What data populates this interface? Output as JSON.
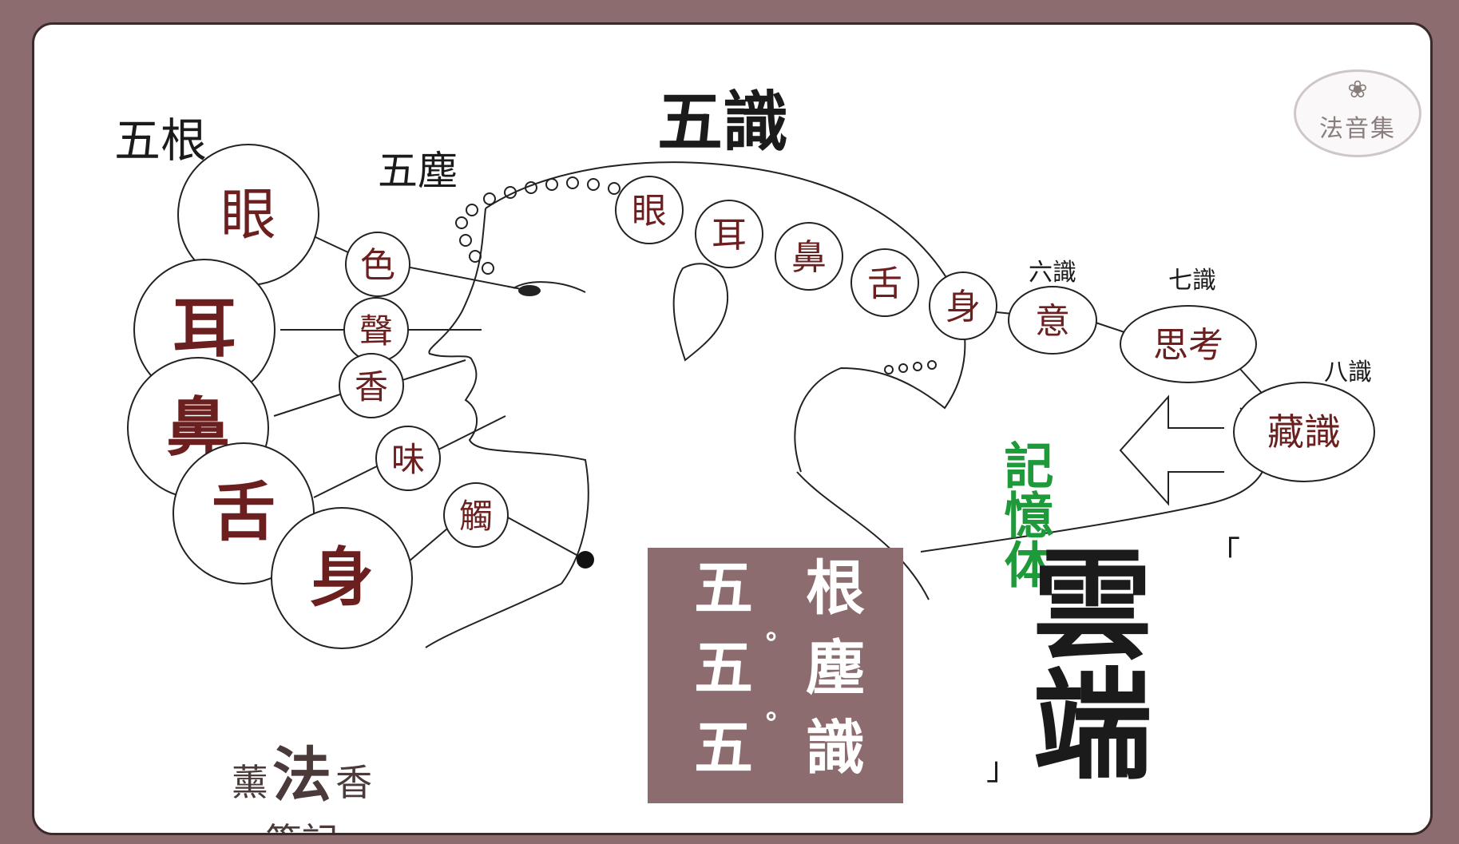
{
  "headings": {
    "five_roots": "五根",
    "five_dusts": "五塵",
    "five_consciousness": "五識"
  },
  "roots": [
    "眼",
    "耳",
    "鼻",
    "舌",
    "身"
  ],
  "dusts": [
    "色",
    "聲",
    "香",
    "味",
    "觸"
  ],
  "consciousness_chain": [
    "眼",
    "耳",
    "鼻",
    "舌",
    "身"
  ],
  "sixth": {
    "label": "六識",
    "node": "意"
  },
  "seventh": {
    "label": "七識",
    "node": "思考"
  },
  "eighth": {
    "label": "八識",
    "node": "藏識"
  },
  "memory": "記憶体",
  "cloud": {
    "open": "「",
    "text1": "雲",
    "text2": "端",
    "close": "」"
  },
  "box": {
    "col1": [
      "五",
      "五",
      "五"
    ],
    "col2": [
      "根",
      "塵",
      "識"
    ],
    "sep": "。"
  },
  "note": {
    "line1_left": "薰",
    "line1_mid": "法",
    "line1_right": "香",
    "line2": "-筆記-"
  },
  "logo": {
    "name": "法音集",
    "icon": "lotus-icon"
  },
  "colors": {
    "frame": "#8c6c6e",
    "red_text": "#6b1f1f",
    "memory_green": "#1f9a3a"
  }
}
